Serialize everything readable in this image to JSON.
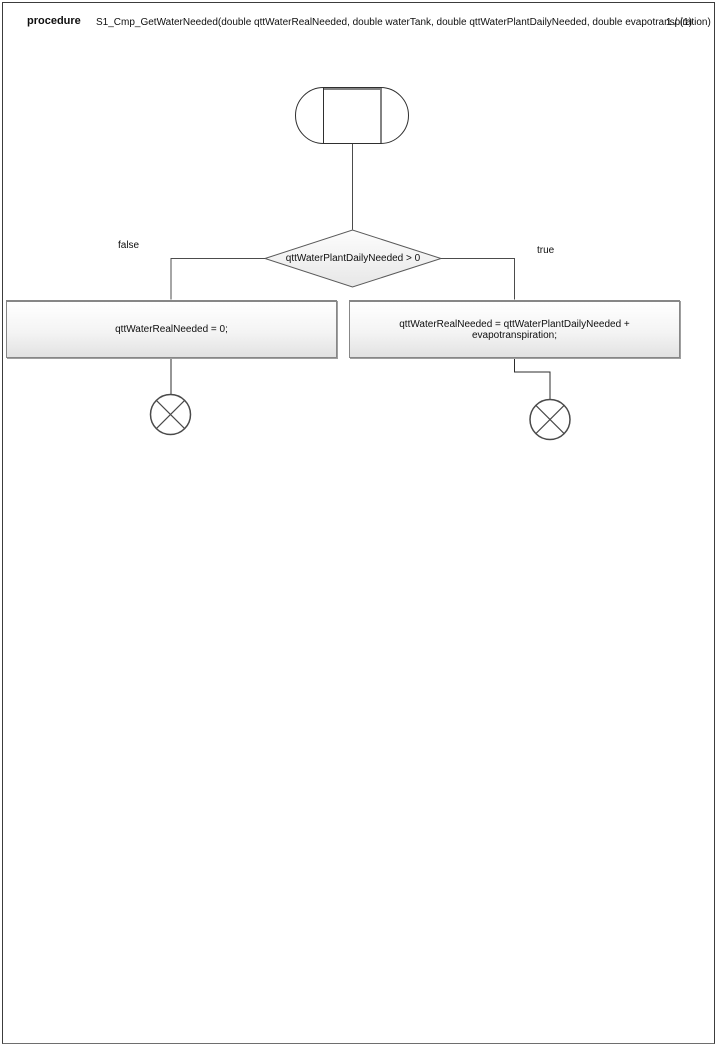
{
  "header": {
    "kind_label": "procedure",
    "title": "S1_Cmp_GetWaterNeeded(double qttWaterRealNeeded, double waterTank, double qttWaterPlantDailyNeeded, double evapotranspiration)",
    "page_indicator": "1 / (1)"
  },
  "flowchart": {
    "start_node": {
      "type": "activity-start"
    },
    "decision": {
      "condition": "qttWaterPlantDailyNeeded > 0"
    },
    "branch_false": {
      "guard": "false",
      "action": "qttWaterRealNeeded = 0;",
      "terminal": "flow-final"
    },
    "branch_true": {
      "guard": "true",
      "action": "qttWaterRealNeeded = qttWaterPlantDailyNeeded + evapotranspiration;",
      "terminal": "flow-final"
    }
  },
  "colors": {
    "frame_border": "#3c3c3c",
    "shape_border": "#878787",
    "connector": "#4c4c4c",
    "fill_top": "#ffffff",
    "fill_bottom": "#e2e2e2",
    "text": "#0f0f0f"
  }
}
